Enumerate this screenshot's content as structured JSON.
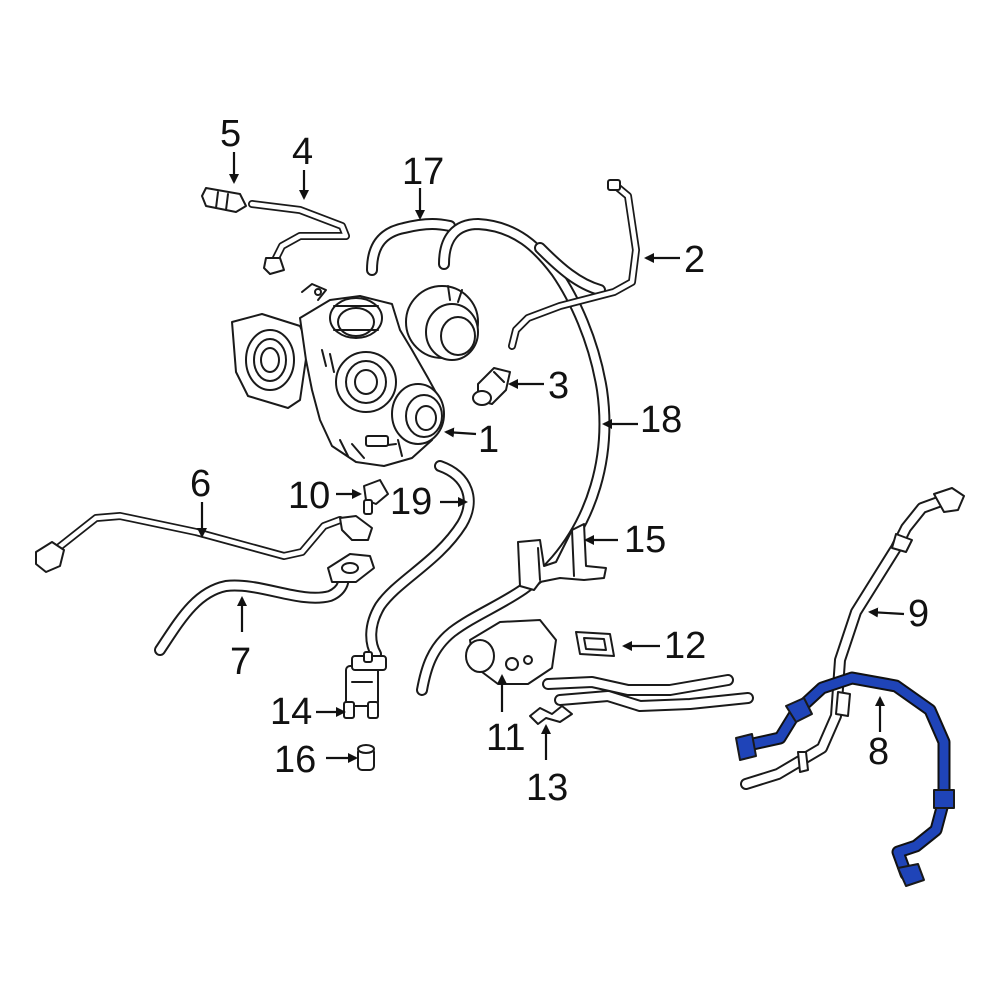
{
  "diagram": {
    "highlight_color": "#1f44b8",
    "line_color": "#1a1a1a",
    "background_color": "#ffffff",
    "callouts": [
      {
        "id": "1",
        "label": "1"
      },
      {
        "id": "2",
        "label": "2"
      },
      {
        "id": "3",
        "label": "3"
      },
      {
        "id": "4",
        "label": "4"
      },
      {
        "id": "5",
        "label": "5"
      },
      {
        "id": "6",
        "label": "6"
      },
      {
        "id": "7",
        "label": "7"
      },
      {
        "id": "8",
        "label": "8",
        "highlighted": true
      },
      {
        "id": "9",
        "label": "9"
      },
      {
        "id": "10",
        "label": "10"
      },
      {
        "id": "11",
        "label": "11"
      },
      {
        "id": "12",
        "label": "12"
      },
      {
        "id": "13",
        "label": "13"
      },
      {
        "id": "14",
        "label": "14"
      },
      {
        "id": "15",
        "label": "15"
      },
      {
        "id": "16",
        "label": "16"
      },
      {
        "id": "17",
        "label": "17"
      },
      {
        "id": "18",
        "label": "18"
      },
      {
        "id": "19",
        "label": "19"
      }
    ]
  }
}
